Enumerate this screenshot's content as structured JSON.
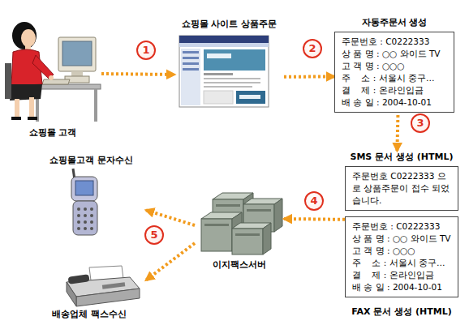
{
  "diagram": {
    "nodes": [
      {
        "text": [
          "쇼핑몰 고객"
        ]
      },
      {
        "text": [
          "쇼핑몰 사이트 상품주문"
        ]
      },
      {
        "text": [
          "자동주문서 생성",
          "주문번호 : C0222333",
          "상 품 명 : ○○ 와이드 TV",
          "고 객 명 : ○○○",
          "주    소 : 서울시 중구…",
          "결    제 : 온라인입금",
          "배 송 일 : 2004-10-01"
        ]
      },
      {
        "text": [
          "SMS 문서 생성 (HTML)",
          "주문번호 C0222333 으로 상품주문이 접수 되었습니다."
        ]
      },
      {
        "text": [
          "FAX 문서 생성 (HTML)",
          "주문번호 : C0222333",
          "상 품 명 : ○○ 와이드 TV",
          "고 객 명 : ○○○",
          "주    소 : 서울시 중구…",
          "결    제 : 온라인입금",
          "배 송 일 : 2004-10-01"
        ]
      },
      {
        "text": [
          "이지팩스서버"
        ]
      },
      {
        "text": [
          "쇼핑몰고객 문자수신"
        ]
      },
      {
        "text": [
          "배송업체 팩스수신"
        ]
      }
    ],
    "edges": [
      {
        "from": 0,
        "to": 1,
        "label": "1",
        "arrow": "to"
      },
      {
        "from": 1,
        "to": 2,
        "label": "2",
        "arrow": "to"
      },
      {
        "from": 2,
        "to": 3,
        "label": "3",
        "arrow": "to"
      },
      {
        "from": 4,
        "to": 5,
        "label": "4",
        "arrow": "to"
      },
      {
        "from": 5,
        "to": 6,
        "arrow": "to"
      },
      {
        "from": 5,
        "to": 7,
        "label": "5",
        "arrow": "to"
      }
    ]
  }
}
